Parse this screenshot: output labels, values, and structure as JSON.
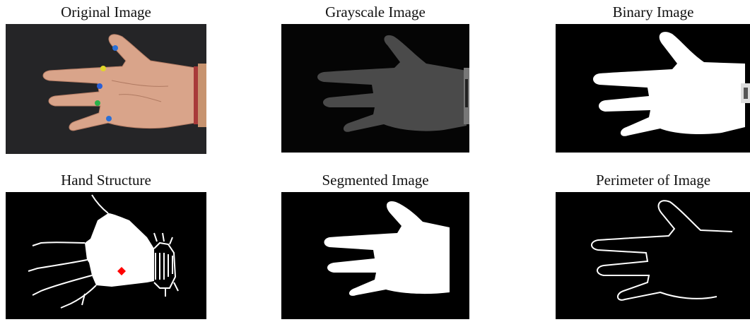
{
  "figure": {
    "panels": [
      {
        "title": "Original Image"
      },
      {
        "title": "Grayscale Image"
      },
      {
        "title": "Binary Image"
      },
      {
        "title": "Hand Structure"
      },
      {
        "title": "Segmented Image"
      },
      {
        "title": "Perimeter of Image"
      }
    ]
  }
}
